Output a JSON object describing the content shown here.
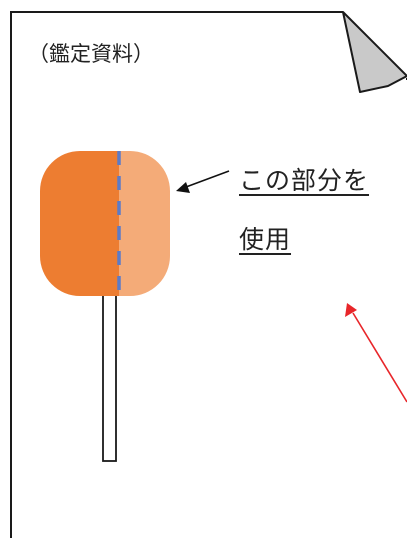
{
  "document": {
    "label": "（鑑定資料）"
  },
  "callout": {
    "line1": "この部分を",
    "line2": "使用"
  },
  "colors": {
    "lollipop_left": "#ED7D31",
    "lollipop_right": "#F4AB78",
    "dashed_divider": "#5B7BC8",
    "arrow_black": "#111111",
    "arrow_red": "#E8262A",
    "page_border": "#1a1a1a",
    "page_fold": "#C9C9C9"
  }
}
